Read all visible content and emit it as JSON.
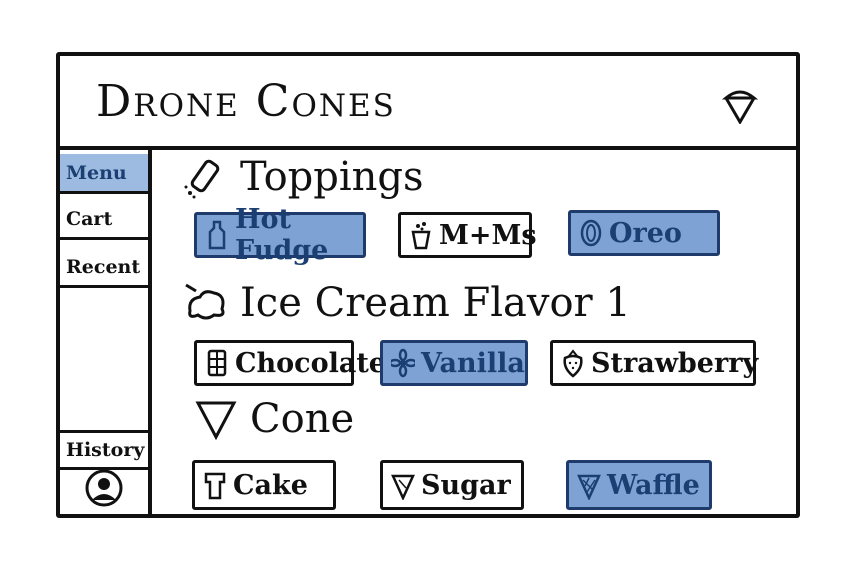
{
  "app": {
    "title": "Drone Cones"
  },
  "sidebar": {
    "items": [
      {
        "label": "Menu",
        "active": true
      },
      {
        "label": "Cart",
        "active": false
      },
      {
        "label": "Recent",
        "active": false
      }
    ],
    "history_label": "History"
  },
  "sections": {
    "toppings": {
      "title": "Toppings",
      "options": [
        {
          "label": "Hot Fudge",
          "selected": true,
          "icon": "bottle-icon"
        },
        {
          "label": "M+Ms",
          "selected": false,
          "icon": "candy-cup-icon"
        },
        {
          "label": "Oreo",
          "selected": true,
          "icon": "cookie-icon"
        }
      ]
    },
    "flavor": {
      "title": "Ice Cream Flavor 1",
      "options": [
        {
          "label": "Chocolate",
          "selected": false,
          "icon": "chocolate-bar-icon"
        },
        {
          "label": "Vanilla",
          "selected": true,
          "icon": "vanilla-flower-icon"
        },
        {
          "label": "Strawberry",
          "selected": false,
          "icon": "strawberry-icon"
        }
      ]
    },
    "cone": {
      "title": "Cone",
      "options": [
        {
          "label": "Cake",
          "selected": false,
          "icon": "cake-cone-icon"
        },
        {
          "label": "Sugar",
          "selected": false,
          "icon": "sugar-cone-icon"
        },
        {
          "label": "Waffle",
          "selected": true,
          "icon": "waffle-cone-icon"
        }
      ]
    }
  },
  "colors": {
    "selected_fill": "#7ea2d4",
    "selected_text": "#1c3f73",
    "active_nav": "#9dbbe0"
  }
}
